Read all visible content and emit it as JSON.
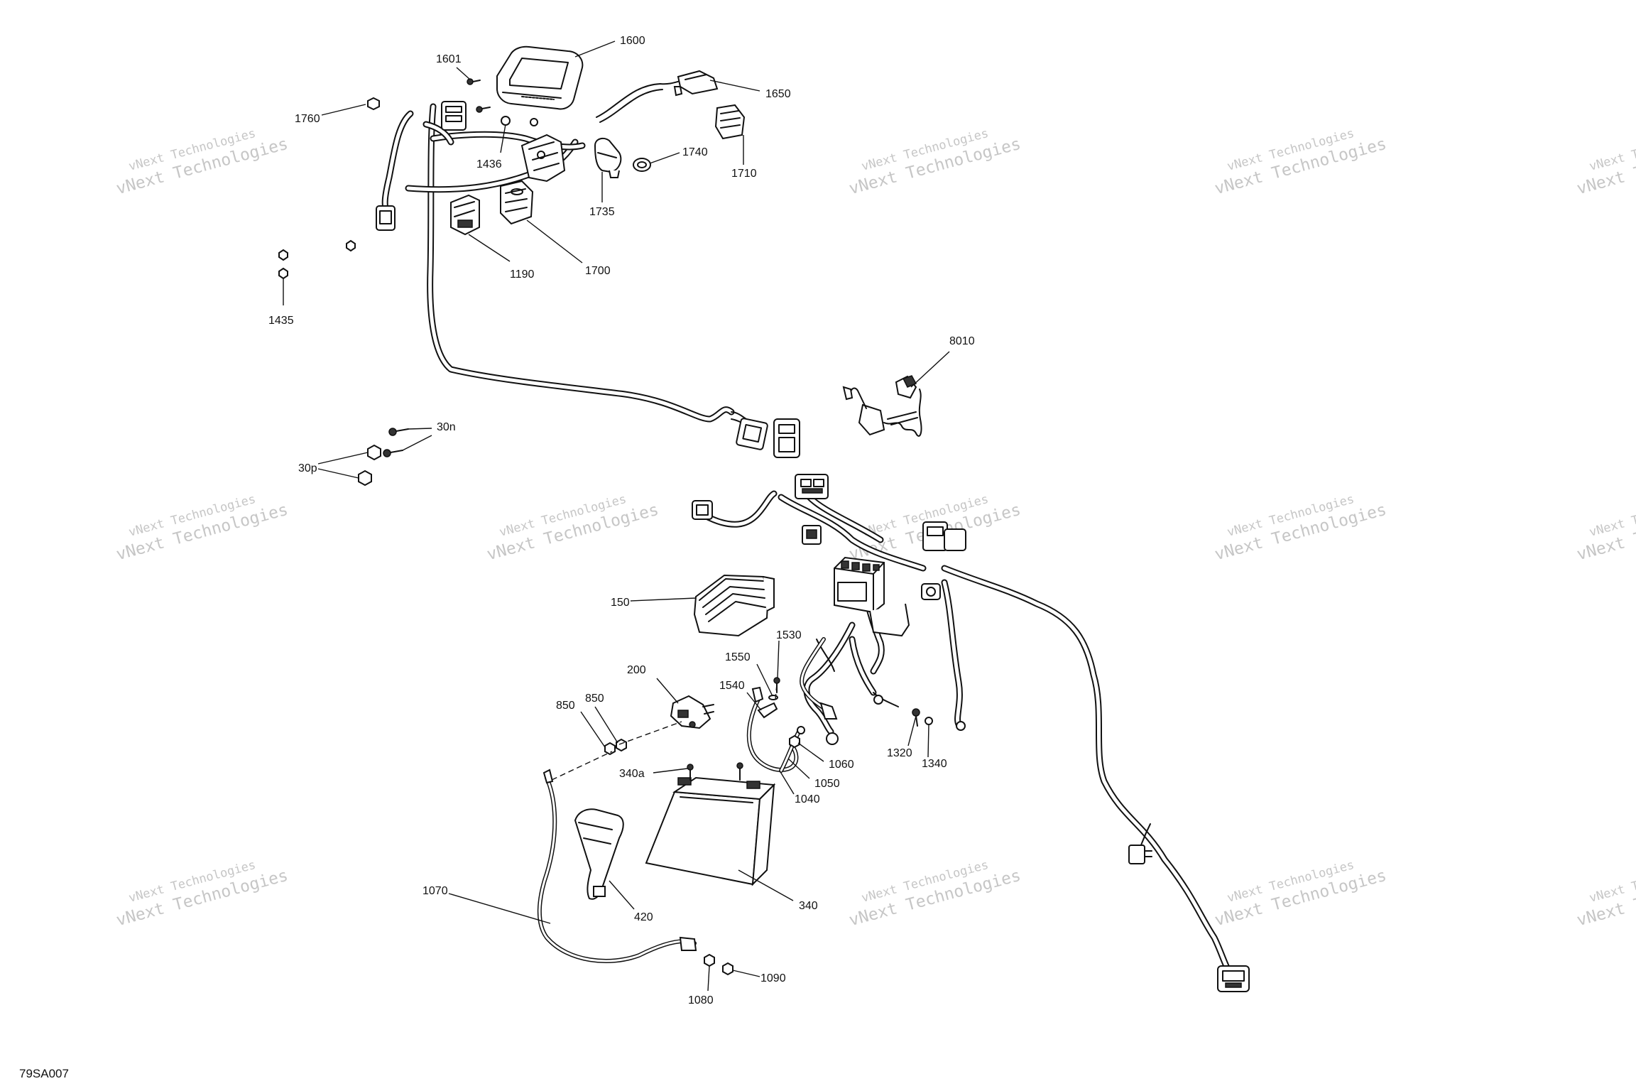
{
  "figure_code": "79SA007",
  "watermark": {
    "line1": "vNext Technologies",
    "line2": "vNext Technologies"
  },
  "callouts": {
    "c1600": "1600",
    "c1601": "1601",
    "c1650": "1650",
    "c1760": "1760",
    "c1436": "1436",
    "c1710": "1710",
    "c1740": "1740",
    "c1735": "1735",
    "c1190": "1190",
    "c1700": "1700",
    "c1435": "1435",
    "c8010": "8010",
    "c30n": "30n",
    "c30p": "30p",
    "c150": "150",
    "c1530": "1530",
    "c1550": "1550",
    "c1540": "1540",
    "c200": "200",
    "c850a": "850",
    "c850b": "850",
    "c1060": "1060",
    "c1050": "1050",
    "c1040": "1040",
    "c340a": "340a",
    "c1320": "1320",
    "c1340": "1340",
    "c340": "340",
    "c420": "420",
    "c1070": "1070",
    "c1090": "1090",
    "c1080": "1080"
  }
}
